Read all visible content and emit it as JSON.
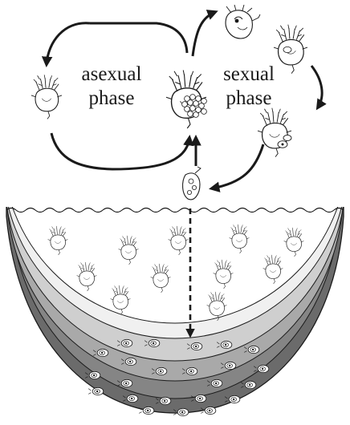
{
  "labels": {
    "asexual_line1": "asexual",
    "asexual_line2": "phase",
    "sexual_line1": "sexual",
    "sexual_line2": "phase"
  },
  "colors": {
    "ink": "#1a1a1a",
    "sediment_layers": [
      "#f0f0f0",
      "#cfcfcf",
      "#a9a9a9",
      "#858585",
      "#6b6b6b"
    ]
  },
  "icons": {
    "female_rotifer": "rotifer-female-icon",
    "male_rotifer": "rotifer-male-icon",
    "resting_egg": "resting-egg-icon"
  }
}
